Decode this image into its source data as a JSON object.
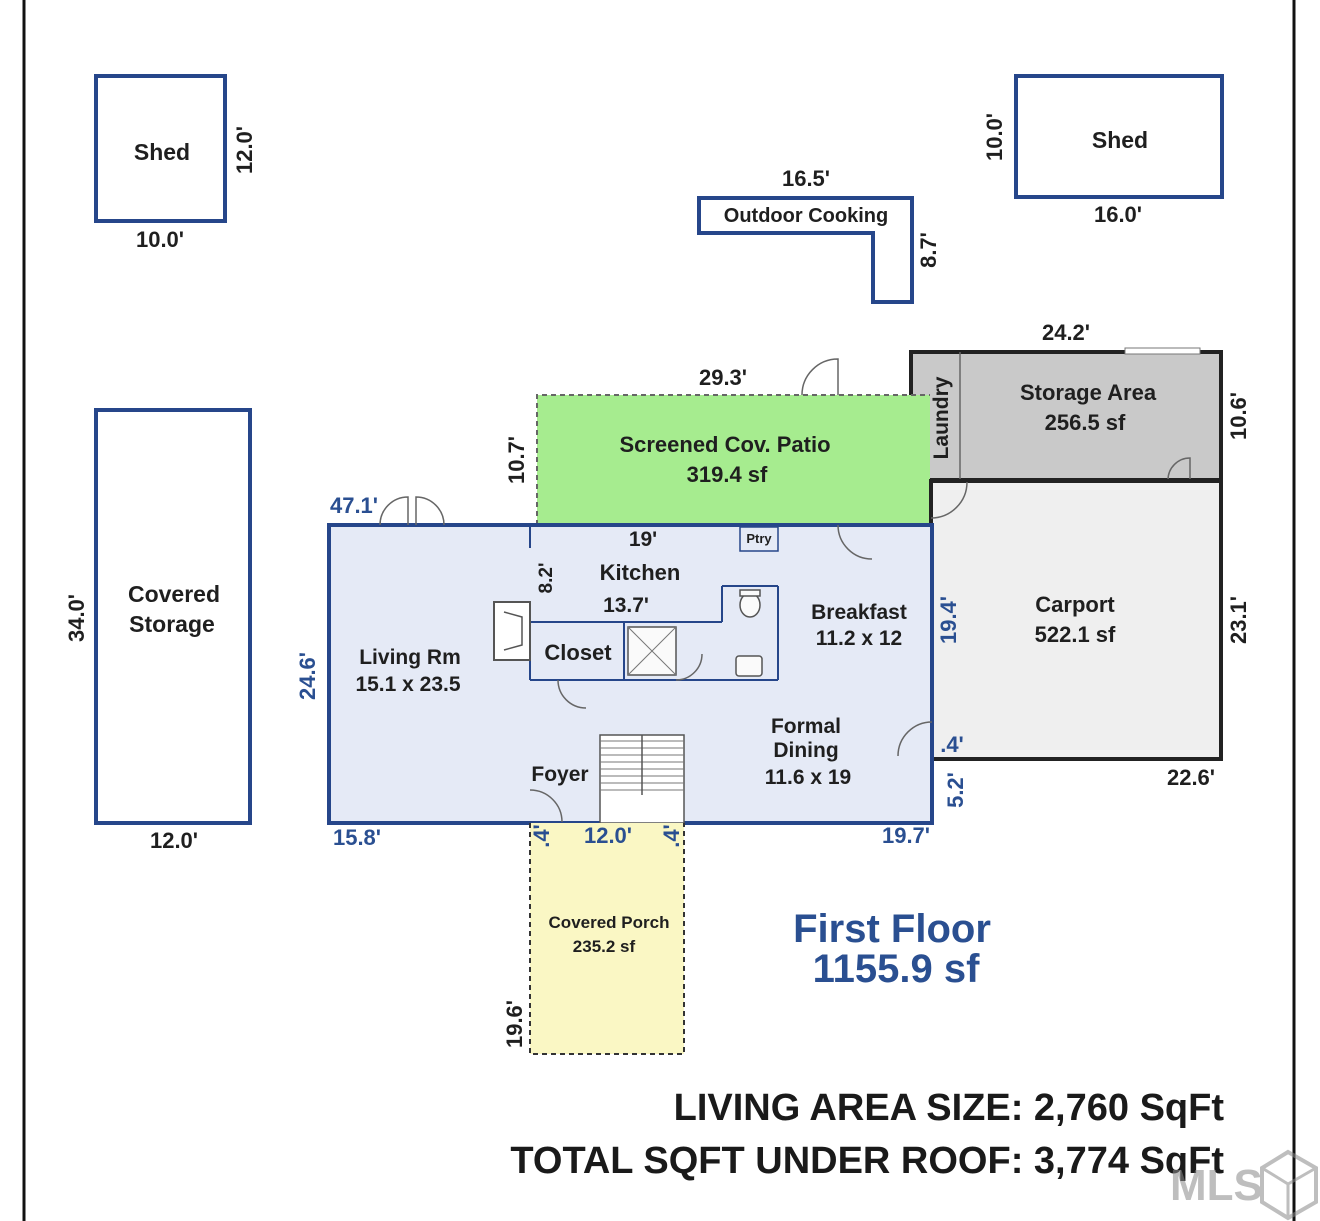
{
  "outbuildings": {
    "shed_left": {
      "name": "Shed",
      "width": "10.0'",
      "depth": "12.0'"
    },
    "shed_right": {
      "name": "Shed",
      "width": "16.0'",
      "depth": "10.0'"
    },
    "outdoor_cooking": {
      "name": "Outdoor Cooking",
      "width": "16.5'",
      "depth": "8.7'"
    },
    "covered_storage": {
      "name_line1": "Covered",
      "name_line2": "Storage",
      "width": "12.0'",
      "depth": "34.0'"
    }
  },
  "rooms": {
    "storage_area": {
      "name": "Storage Area",
      "area": "256.5 sf",
      "width": "24.2'",
      "depth": "10.6'"
    },
    "laundry": {
      "name": "Laundry"
    },
    "screened_patio": {
      "name": "Screened Cov. Patio",
      "area": "319.4 sf",
      "width": "29.3'",
      "depth": "10.7'"
    },
    "carport": {
      "name": "Carport",
      "area": "522.1 sf",
      "depth": "23.1'",
      "width": "22.6'"
    },
    "kitchen": {
      "name": "Kitchen",
      "width": "13.7'",
      "depth": "8.2'",
      "top": "19'"
    },
    "pantry": {
      "name": "Ptry"
    },
    "closet": {
      "name": "Closet"
    },
    "breakfast": {
      "name": "Breakfast",
      "size": "11.2 x 12"
    },
    "living": {
      "name": "Living Rm",
      "size": "15.1 x 23.5"
    },
    "formal_dining": {
      "name_line1": "Formal",
      "name_line2": "Dining",
      "size": "11.6 x 19"
    },
    "foyer": {
      "name": "Foyer"
    },
    "covered_porch": {
      "name": "Covered Porch",
      "area": "235.2 sf",
      "depth": "19.6'",
      "width": "12.0'",
      "side_left": ".4'",
      "side_right": ".4'"
    }
  },
  "main_dims": {
    "top_left": "47.1'",
    "left": "24.6'",
    "bottom_left": "15.8'",
    "bottom_right": "19.7'",
    "right_upper": "19.4'",
    "right_small": ".4'",
    "right_lower": "5.2'"
  },
  "floor": {
    "name": "First Floor",
    "area": "1155.9 sf"
  },
  "summary": {
    "living_area": "LIVING AREA SIZE: 2,760 SqFt",
    "total_roof": "TOTAL SQFT UNDER ROOF: 3,774 SqFt"
  },
  "logo": {
    "text": "MLS"
  },
  "colors": {
    "main_fill": "#e5eaf6",
    "main_stroke": "#26468a",
    "patio_fill": "#a6ec8f",
    "storage_fill": "#c9c9c9",
    "carport_fill": "#efefef",
    "porch_fill": "#faf7c4",
    "dim_blue": "#2a4f91"
  }
}
